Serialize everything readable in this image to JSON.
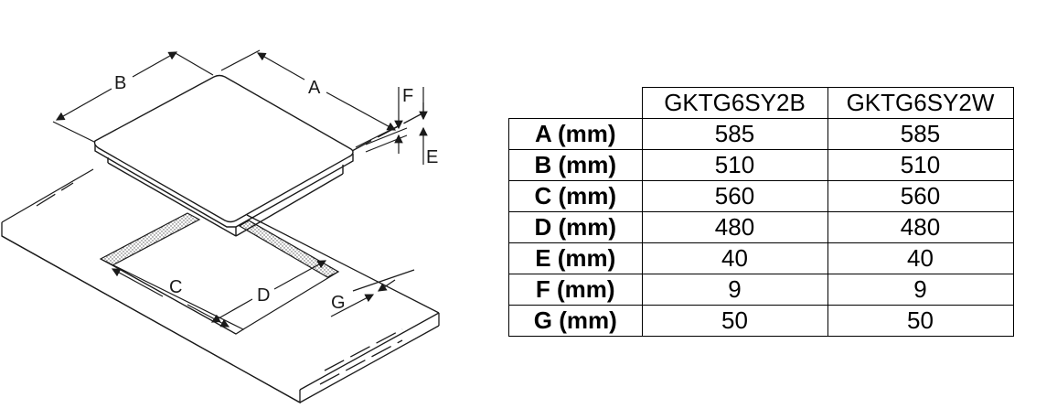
{
  "diagram": {
    "labels": {
      "A": "A",
      "B": "B",
      "C": "C",
      "D": "D",
      "E": "E",
      "F": "F",
      "G": "G"
    }
  },
  "table": {
    "models": [
      "GKTG6SY2B",
      "GKTG6SY2W"
    ],
    "rows": [
      {
        "dim": "A (mm)",
        "values": [
          "585",
          "585"
        ]
      },
      {
        "dim": "B (mm)",
        "values": [
          "510",
          "510"
        ]
      },
      {
        "dim": "C (mm)",
        "values": [
          "560",
          "560"
        ]
      },
      {
        "dim": "D (mm)",
        "values": [
          "480",
          "480"
        ]
      },
      {
        "dim": "E (mm)",
        "values": [
          "40",
          "40"
        ]
      },
      {
        "dim": "F (mm)",
        "values": [
          "9",
          "9"
        ]
      },
      {
        "dim": "G (mm)",
        "values": [
          "50",
          "50"
        ]
      }
    ]
  }
}
